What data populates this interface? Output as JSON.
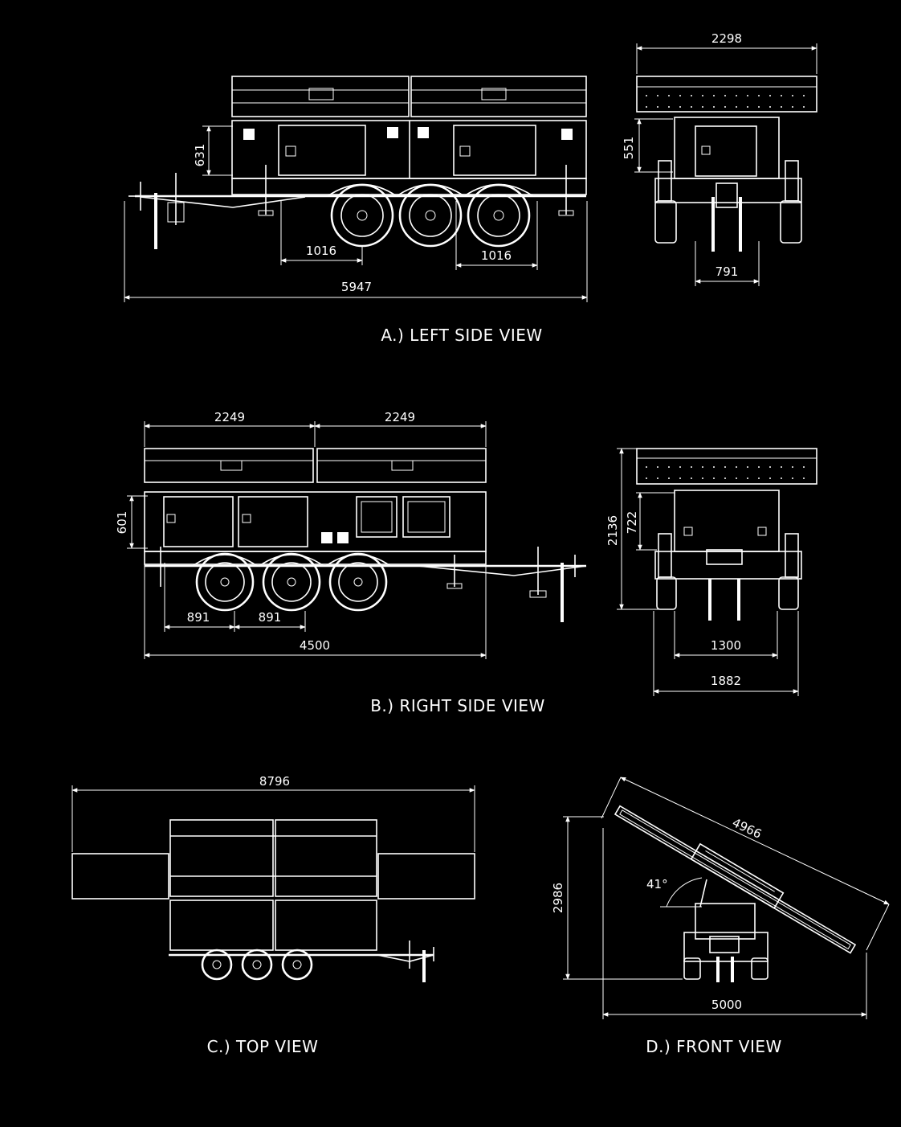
{
  "views": {
    "a": {
      "caption": "A.) LEFT SIDE VIEW",
      "dims": {
        "h631": "631",
        "axle_a": "1016",
        "axle_b": "1016",
        "overall": "5947",
        "end_width": "2298",
        "end_h551": "551",
        "end_track": "791"
      }
    },
    "b": {
      "caption": "B.) RIGHT SIDE VIEW",
      "dims": {
        "panel_a": "2249",
        "panel_b": "2249",
        "h601": "601",
        "axle_a": "891",
        "axle_b": "891",
        "overall": "4500",
        "end_h2136": "2136",
        "end_h722": "722",
        "end_track": "1300",
        "end_width": "1882"
      }
    },
    "c": {
      "caption": "C.) TOP VIEW",
      "dims": {
        "overall": "8796"
      }
    },
    "d": {
      "caption": "D.) FRONT VIEW",
      "dims": {
        "panel_len": "4966",
        "angle": "41°",
        "height": "2986",
        "width": "5000"
      }
    }
  },
  "colors": {
    "background": "#000000",
    "lines": "#ffffff"
  }
}
